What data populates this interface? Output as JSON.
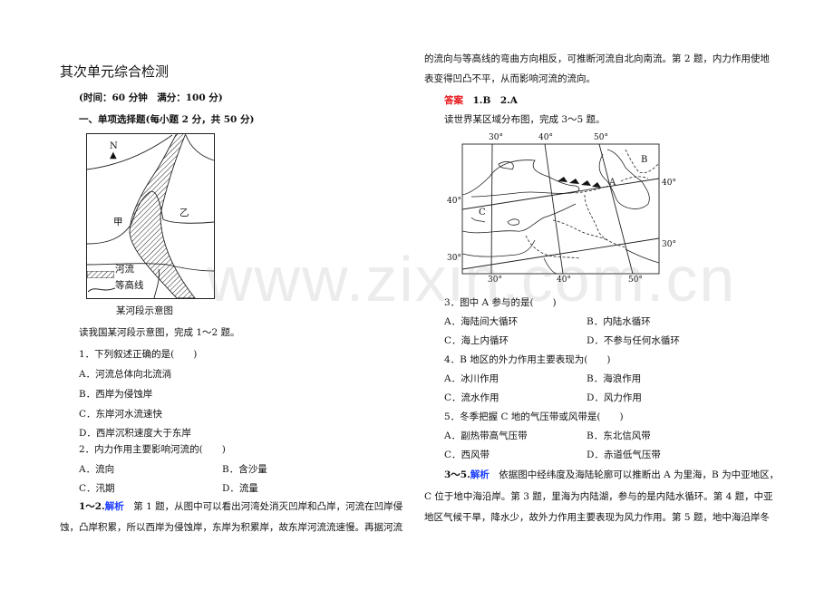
{
  "left": {
    "title": "其次单元综合检测",
    "meta": "(时间：60 分钟　满分：100 分)",
    "section": "一、单项选择题(每小题 2 分，共 50 分)",
    "figure1": {
      "caption": "某河段示意图",
      "north_label": "N",
      "label_jia": "甲",
      "label_yi": "乙",
      "legend_river": "河流",
      "legend_contour": "等高线"
    },
    "intro": "读我国某河段示意图，完成 1～2 题。",
    "q1": {
      "stem": "1．下列叙述正确的是(　　)",
      "options": [
        "A．河流总体向北流淌",
        "B．西岸为侵蚀岸",
        "C．东岸河水流速快",
        "D．西岸沉积速度大于东岸"
      ]
    },
    "q2": {
      "stem": "2．内力作用主要影响河流的(　　)",
      "options": [
        "A．流向",
        "B．含沙量",
        "C．汛期",
        "D．流量"
      ]
    },
    "analysis": {
      "prefix": "1～2.",
      "label": "解析",
      "line1": "　第 1 题，从图中可以看出河湾处消灭凹岸和凸岸，河流在凹岸侵",
      "line2": "蚀，凸岸积累，所以西岸为侵蚀岸，东岸为积累岸，故东岸河流流速慢。再据河流"
    }
  },
  "right": {
    "cont1": "的流向与等高线的弯曲方向相反，可推断河流自北向南流。第 2 题，内力作用使地",
    "cont2": "表变得凹凸不平，从而影响河流的流向。",
    "answer_label": "答案",
    "answer_text": "　1.B　2.A",
    "intro": "读世界某区域分布图，完成 3～5 题。",
    "map": {
      "top_labels": [
        "30°",
        "40°",
        "50°"
      ],
      "bottom_labels": [
        "30°",
        "40°",
        "50°"
      ],
      "left_labels": [
        "40°",
        "30°"
      ],
      "right_labels": [
        "40°",
        "30°"
      ],
      "points": [
        "A",
        "B",
        "C"
      ]
    },
    "q3": {
      "stem": "3．图中 A 参与的是(　　)",
      "options": [
        "A．海陆间大循环",
        "B．内陆水循环",
        "C．海上内循环",
        "D．不参与任何水循环"
      ]
    },
    "q4": {
      "stem": "4．B 地区的外力作用主要表现为(　　)",
      "options": [
        "A．冰川作用",
        "B．海浪作用",
        "C．流水作用",
        "D．风力作用"
      ]
    },
    "q5": {
      "stem": "5．冬季把握 C 地的气压带或风带是(　　)",
      "options": [
        "A．副热带高气压带",
        "B．东北信风带",
        "C．西风带",
        "D．赤道低气压带"
      ]
    },
    "analysis": {
      "prefix": "3～5.",
      "label": "解析",
      "line1": "　依据图中经纬度及海陆轮廓可以推断出 A 为里海，B 为中亚地区，",
      "line2": "C 位于地中海沿岸。第 3 题，里海为内陆湖，参与的是内陆水循环。第 4 题，中亚",
      "line3": "地区气候干旱，降水少，故外力作用主要表现为风力作用。第 5 题，地中海沿岸冬"
    }
  },
  "watermark": "www.zixin.com.cn",
  "colors": {
    "analysis_label": "#1a3cff",
    "answer_label": "#e8161b"
  }
}
